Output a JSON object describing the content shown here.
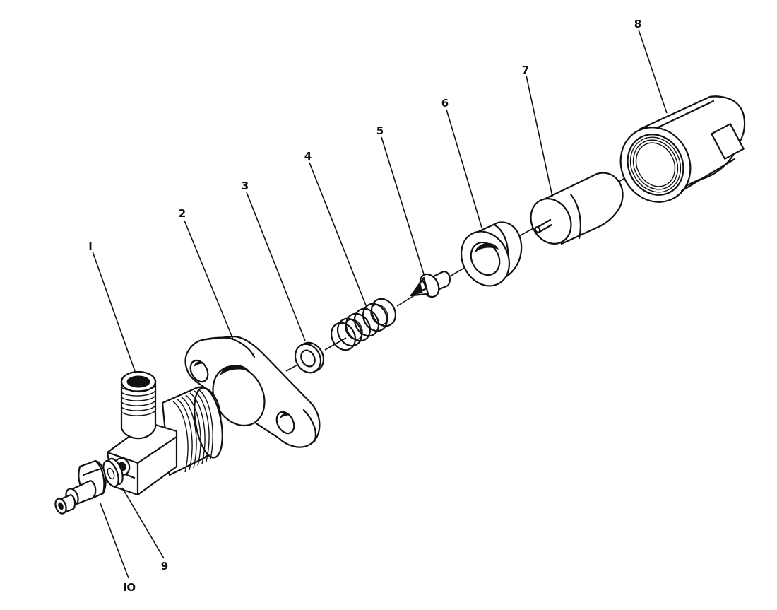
{
  "callouts": [
    {
      "id": "1",
      "label": "I"
    },
    {
      "id": "2",
      "label": "2"
    },
    {
      "id": "3",
      "label": "3"
    },
    {
      "id": "4",
      "label": "4"
    },
    {
      "id": "5",
      "label": "5"
    },
    {
      "id": "6",
      "label": "6"
    },
    {
      "id": "7",
      "label": "7"
    },
    {
      "id": "8",
      "label": "8"
    },
    {
      "id": "9",
      "label": "9"
    },
    {
      "id": "10",
      "label": "IO"
    }
  ]
}
